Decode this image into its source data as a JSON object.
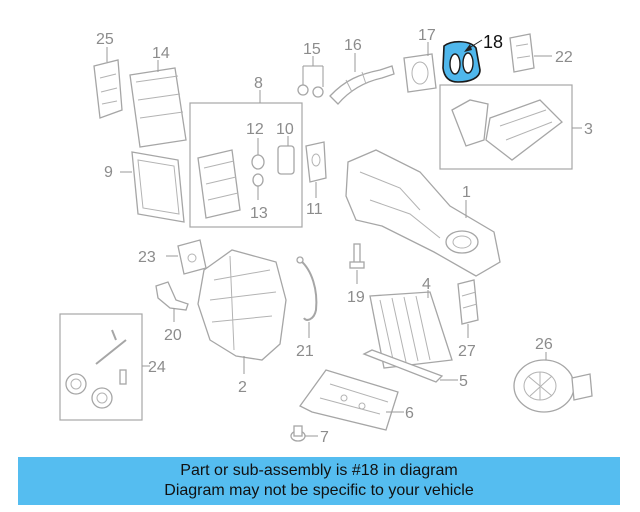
{
  "diagram": {
    "highlighted_part": "18",
    "callouts": {
      "p1": "1",
      "p2": "2",
      "p3": "3",
      "p4": "4",
      "p5": "5",
      "p6": "6",
      "p7": "7",
      "p8": "8",
      "p9": "9",
      "p10": "10",
      "p11": "11",
      "p12": "12",
      "p13": "13",
      "p14": "14",
      "p15": "15",
      "p16": "16",
      "p17": "17",
      "p18": "18",
      "p19": "19",
      "p20": "20",
      "p21": "21",
      "p22": "22",
      "p23": "23",
      "p24": "24",
      "p25": "25",
      "p26": "26",
      "p27": "27"
    },
    "colors": {
      "highlight": "#4fb7ec",
      "banner": "#55bdf0",
      "line_art": "#a6a6a6"
    }
  },
  "banner": {
    "line1": "Part or sub-assembly is #18 in diagram",
    "line2": "Diagram may not be specific to your vehicle"
  }
}
